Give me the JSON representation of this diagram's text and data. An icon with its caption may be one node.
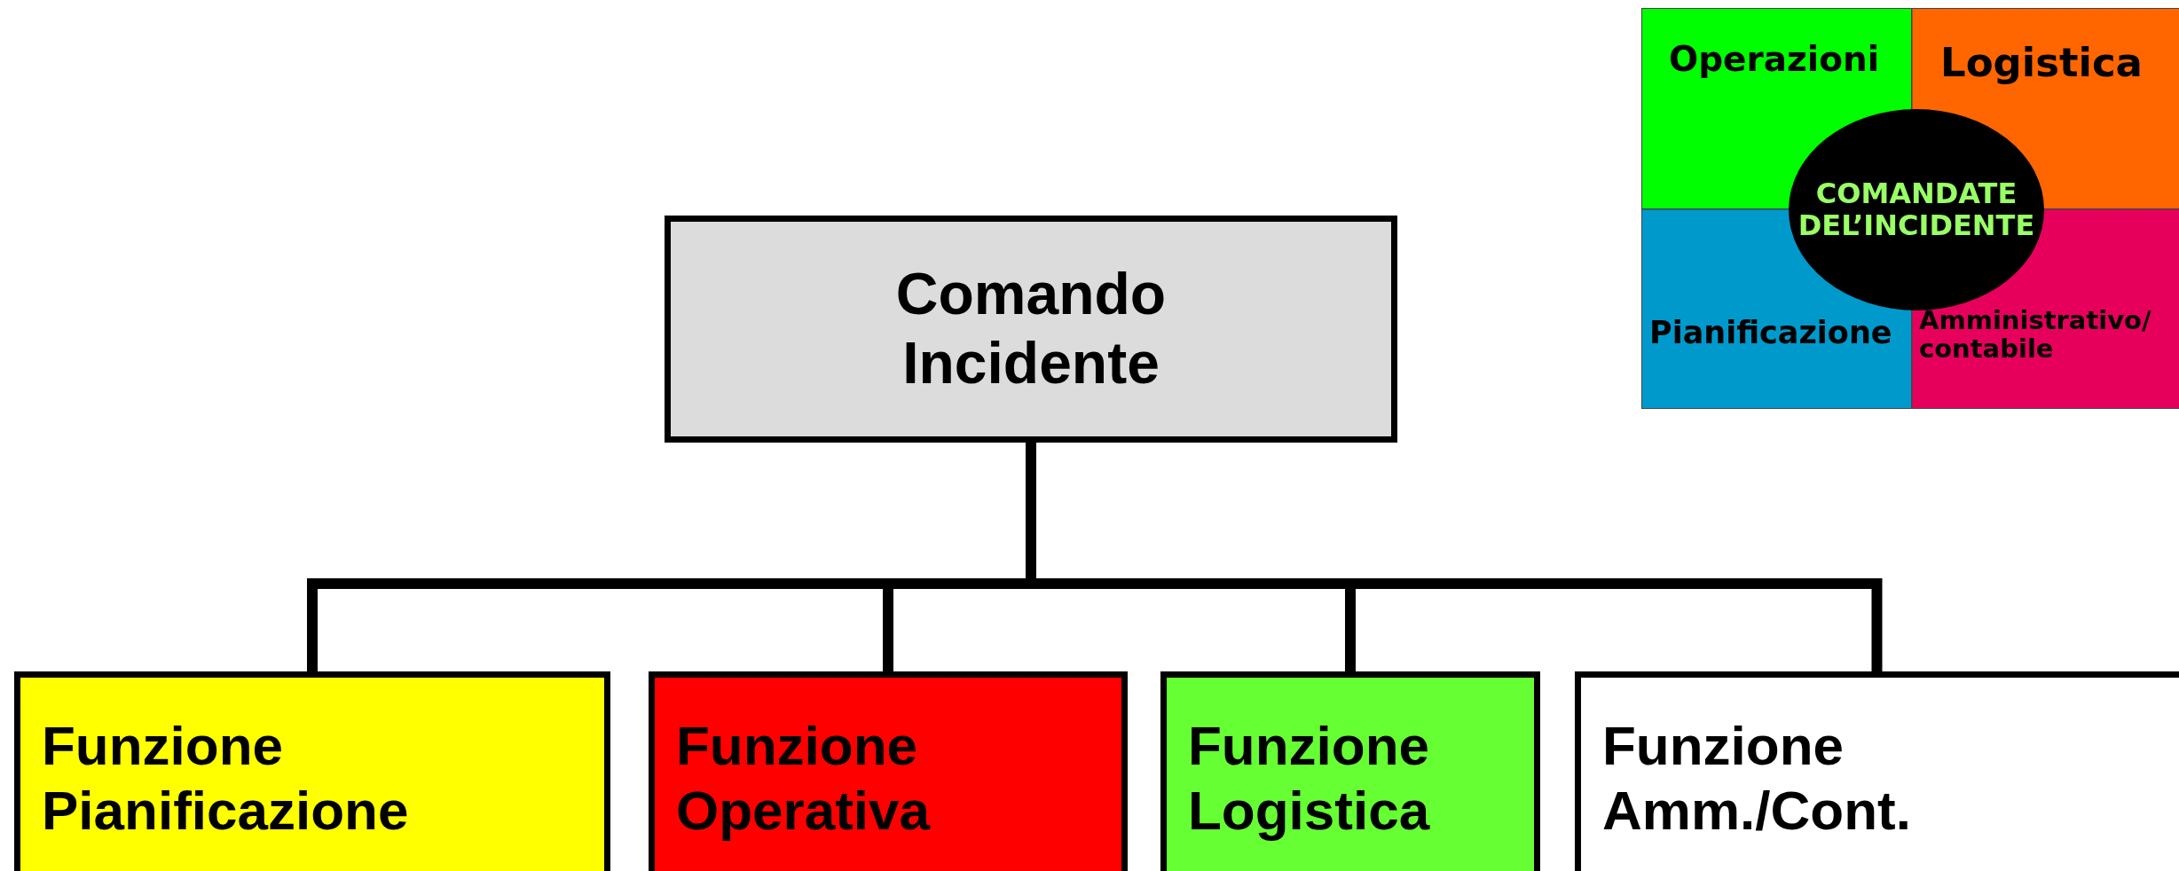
{
  "diagram": {
    "nodes": [
      {
        "text": [
          "Comando Incidente"
        ]
      },
      {
        "text": [
          "Funzione Pianificazione"
        ]
      },
      {
        "text": [
          "Funzione Operativa"
        ]
      },
      {
        "text": [
          "Funzione Logistica"
        ]
      },
      {
        "text": [
          "Funzione Amm./Cont."
        ]
      },
      {
        "text": [
          "Operazioni",
          "Logistica",
          "Pianificazione",
          "Amministrativo/ contabile"
        ]
      },
      {
        "text": [
          "COMANDATE DEL’INCIDENTE"
        ],
        "in": 5
      }
    ],
    "edges": [
      {
        "from": 0,
        "to": 1,
        "arrow": "none"
      },
      {
        "from": 0,
        "to": 2,
        "arrow": "none"
      },
      {
        "from": 0,
        "to": 3,
        "arrow": "none"
      },
      {
        "from": 0,
        "to": 4,
        "arrow": "none"
      }
    ]
  }
}
